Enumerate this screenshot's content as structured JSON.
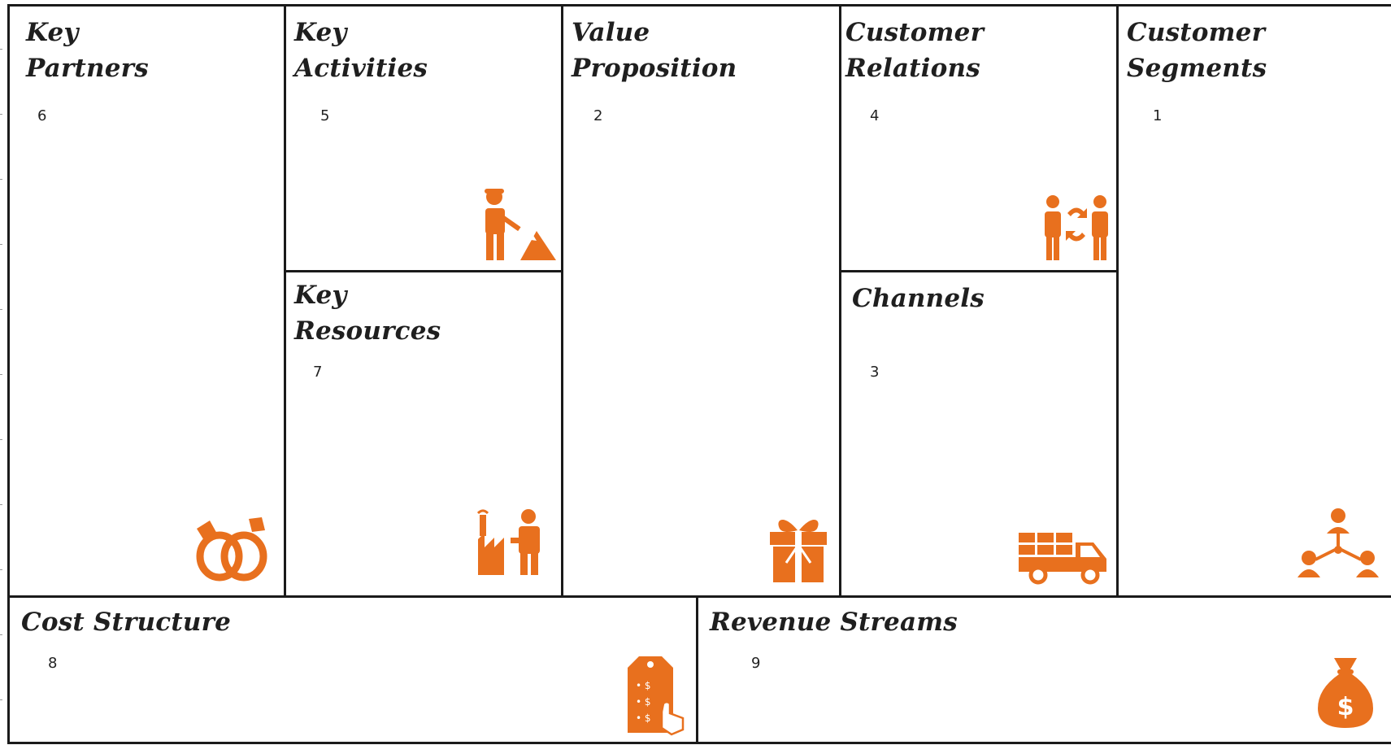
{
  "canvas": {
    "key_partners": {
      "title_line1": "Key",
      "title_line2": "Partners",
      "number": "6",
      "icon": "wedding-rings-icon"
    },
    "key_activities": {
      "title_line1": "Key",
      "title_line2": "Activities",
      "number": "5",
      "icon": "worker-shovel-icon"
    },
    "key_resources": {
      "title_line1": "Key",
      "title_line2": "Resources",
      "number": "7",
      "icon": "factory-worker-icon"
    },
    "value_proposition": {
      "title_line1": "Value",
      "title_line2": "Proposition",
      "number": "2",
      "icon": "gift-box-icon"
    },
    "customer_relations": {
      "title_line1": "Customer",
      "title_line2": "Relations",
      "number": "4",
      "icon": "people-exchange-icon"
    },
    "channels": {
      "title": "Channels",
      "number": "3",
      "icon": "delivery-truck-icon"
    },
    "customer_segments": {
      "title_line1": "Customer",
      "title_line2": "Segments",
      "number": "1",
      "icon": "people-network-icon"
    },
    "cost_structure": {
      "title": "Cost Structure",
      "number": "8",
      "icon": "price-tag-icon"
    },
    "revenue_streams": {
      "title": "Revenue Streams",
      "number": "9",
      "icon": "money-bag-icon"
    }
  },
  "colors": {
    "accent": "#e8701e",
    "border": "#1a1a1a"
  }
}
